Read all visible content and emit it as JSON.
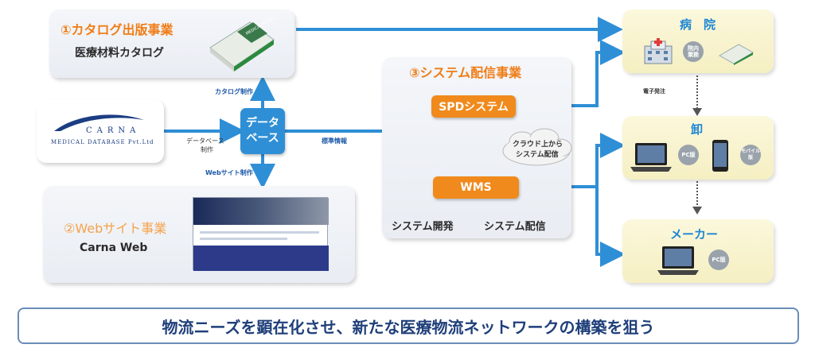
{
  "catalog": {
    "title": "①カタログ出版事業",
    "subtitle": "医療材料カタログ",
    "book_text": "MEDICAL PRODUCT"
  },
  "database_row": {
    "logo_main": "CARNA",
    "logo_sub": "MEDICAL DATABASE Pvt.Ltd",
    "label_db_production": [
      "データベース",
      "制作"
    ],
    "center_button": [
      "データ",
      "ベース"
    ],
    "label_catalog_production": "カタログ制作",
    "label_web_production": "Webサイト制作",
    "label_std_info": "標準情報"
  },
  "web": {
    "title": "②Webサイト事業",
    "subtitle": "Carna Web"
  },
  "system": {
    "title": "③システム配信事業",
    "spd_button": "SPDシステム",
    "wms_button": "WMS",
    "cloud_text": [
      "クラウド上から",
      "システム配信"
    ],
    "footer_left": "システム開発",
    "footer_right": "システム配信"
  },
  "destinations": {
    "hospital": {
      "title": "病　院",
      "circle": [
        "院内",
        "業務"
      ]
    },
    "order_label": "電子発注",
    "wholesale": {
      "title": "卸",
      "circle_pc": "PC版",
      "circle_mobile": "モバイル版"
    },
    "maker": {
      "title": "メーカー",
      "circle_pc": "PC版"
    }
  },
  "banner": "物流ニーズを顕在化させ、新たな医療物流ネットワークの構築を狙う",
  "colors": {
    "arrow": "#2f8fd6",
    "orange": "#f08a1c",
    "title_blue": "#1d86d3",
    "banner_text": "#1f3f7a"
  }
}
